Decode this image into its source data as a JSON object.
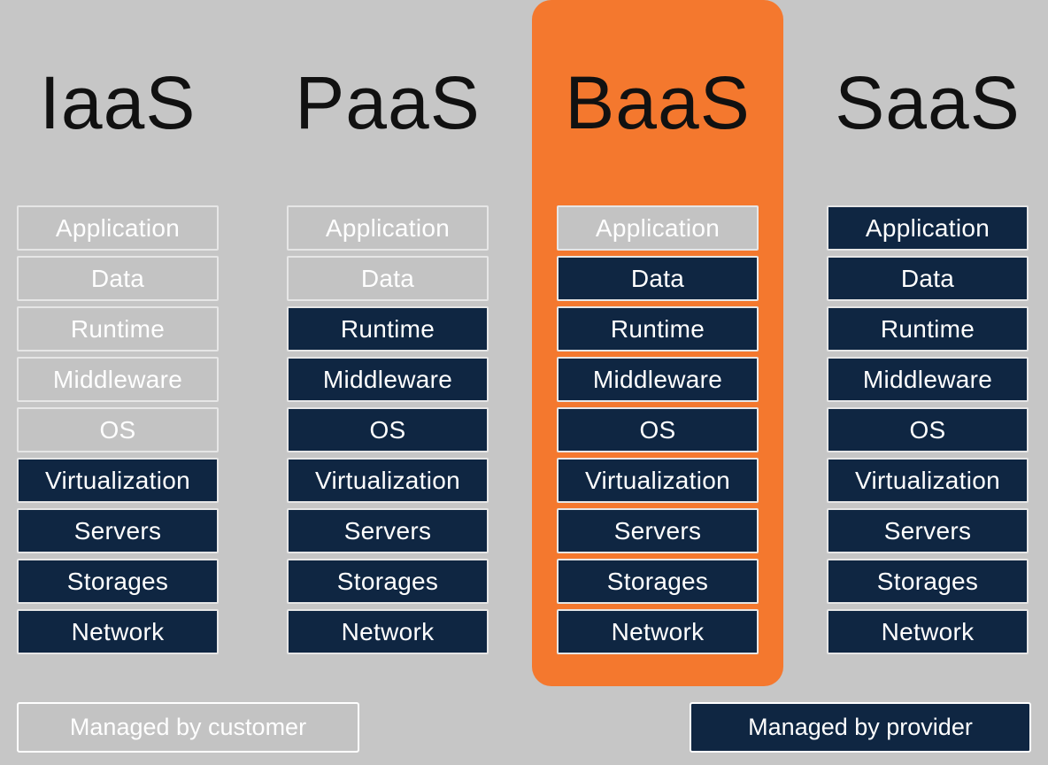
{
  "layer_names": [
    "Application",
    "Data",
    "Runtime",
    "Middleware",
    "OS",
    "Virtualization",
    "Servers",
    "Storages",
    "Network"
  ],
  "columns": [
    {
      "title": "IaaS",
      "highlighted": false,
      "layers": [
        {
          "label": "Application",
          "managed_by": "customer"
        },
        {
          "label": "Data",
          "managed_by": "customer"
        },
        {
          "label": "Runtime",
          "managed_by": "customer"
        },
        {
          "label": "Middleware",
          "managed_by": "customer"
        },
        {
          "label": "OS",
          "managed_by": "customer"
        },
        {
          "label": "Virtualization",
          "managed_by": "provider"
        },
        {
          "label": "Servers",
          "managed_by": "provider"
        },
        {
          "label": "Storages",
          "managed_by": "provider"
        },
        {
          "label": "Network",
          "managed_by": "provider"
        }
      ]
    },
    {
      "title": "PaaS",
      "highlighted": false,
      "layers": [
        {
          "label": "Application",
          "managed_by": "customer"
        },
        {
          "label": "Data",
          "managed_by": "customer"
        },
        {
          "label": "Runtime",
          "managed_by": "provider"
        },
        {
          "label": "Middleware",
          "managed_by": "provider"
        },
        {
          "label": "OS",
          "managed_by": "provider"
        },
        {
          "label": "Virtualization",
          "managed_by": "provider"
        },
        {
          "label": "Servers",
          "managed_by": "provider"
        },
        {
          "label": "Storages",
          "managed_by": "provider"
        },
        {
          "label": "Network",
          "managed_by": "provider"
        }
      ]
    },
    {
      "title": "BaaS",
      "highlighted": true,
      "layers": [
        {
          "label": "Application",
          "managed_by": "customer"
        },
        {
          "label": "Data",
          "managed_by": "provider"
        },
        {
          "label": "Runtime",
          "managed_by": "provider"
        },
        {
          "label": "Middleware",
          "managed_by": "provider"
        },
        {
          "label": "OS",
          "managed_by": "provider"
        },
        {
          "label": "Virtualization",
          "managed_by": "provider"
        },
        {
          "label": "Servers",
          "managed_by": "provider"
        },
        {
          "label": "Storages",
          "managed_by": "provider"
        },
        {
          "label": "Network",
          "managed_by": "provider"
        }
      ]
    },
    {
      "title": "SaaS",
      "highlighted": false,
      "layers": [
        {
          "label": "Application",
          "managed_by": "provider"
        },
        {
          "label": "Data",
          "managed_by": "provider"
        },
        {
          "label": "Runtime",
          "managed_by": "provider"
        },
        {
          "label": "Middleware",
          "managed_by": "provider"
        },
        {
          "label": "OS",
          "managed_by": "provider"
        },
        {
          "label": "Virtualization",
          "managed_by": "provider"
        },
        {
          "label": "Servers",
          "managed_by": "provider"
        },
        {
          "label": "Storages",
          "managed_by": "provider"
        },
        {
          "label": "Network",
          "managed_by": "provider"
        }
      ]
    }
  ],
  "legend": {
    "customer_label": "Managed by customer",
    "provider_label": "Managed by provider"
  },
  "colors": {
    "background": "#c6c6c6",
    "customer": "#c3c3c3",
    "provider": "#0f2642",
    "highlight": "#f4782e",
    "title_text": "#111111",
    "layer_text": "#ffffff"
  }
}
